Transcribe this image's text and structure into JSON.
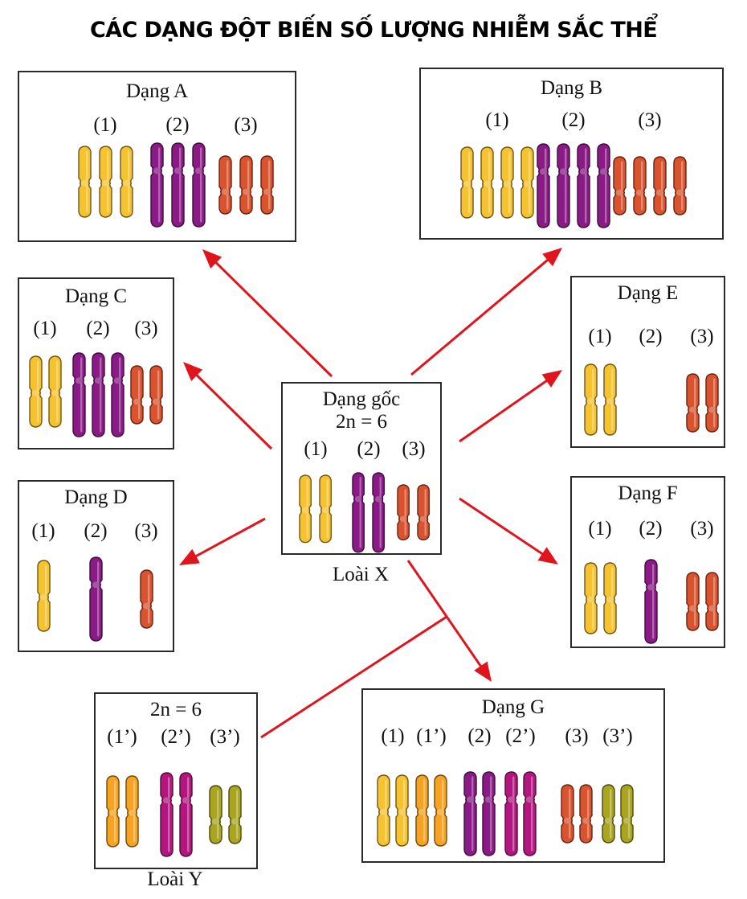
{
  "title": "CÁC DẠNG ĐỘT BIẾN SỐ LƯỢNG NHIỄM SẮC THỂ",
  "colors": {
    "arrow": "#e0141c",
    "border": "#2a2a2a",
    "chromosome_1": "#f5c230",
    "chromosome_2": "#8a1a86",
    "chromosome_3": "#d9532e",
    "chromosome_1p": "#f4a322",
    "chromosome_2p": "#b3177f",
    "chromosome_3p": "#a9a520"
  },
  "boxes": {
    "A": {
      "title": "Dạng A",
      "groups": [
        {
          "label": "(1)",
          "type": "1",
          "count": 3
        },
        {
          "label": "(2)",
          "type": "2",
          "count": 3
        },
        {
          "label": "(3)",
          "type": "3",
          "count": 3
        }
      ]
    },
    "B": {
      "title": "Dạng B",
      "groups": [
        {
          "label": "(1)",
          "type": "1",
          "count": 4
        },
        {
          "label": "(2)",
          "type": "2",
          "count": 4
        },
        {
          "label": "(3)",
          "type": "3",
          "count": 4
        }
      ]
    },
    "C": {
      "title": "Dạng C",
      "groups": [
        {
          "label": "(1)",
          "type": "1",
          "count": 2
        },
        {
          "label": "(2)",
          "type": "2",
          "count": 3
        },
        {
          "label": "(3)",
          "type": "3",
          "count": 2
        }
      ]
    },
    "D": {
      "title": "Dạng D",
      "groups": [
        {
          "label": "(1)",
          "type": "1",
          "count": 1
        },
        {
          "label": "(2)",
          "type": "2",
          "count": 1
        },
        {
          "label": "(3)",
          "type": "3",
          "count": 1
        }
      ]
    },
    "E": {
      "title": "Dạng E",
      "groups": [
        {
          "label": "(1)",
          "type": "1",
          "count": 2
        },
        {
          "label": "(2)",
          "type": "2",
          "count": 0
        },
        {
          "label": "(3)",
          "type": "3",
          "count": 2
        }
      ]
    },
    "F": {
      "title": "Dạng F",
      "groups": [
        {
          "label": "(1)",
          "type": "1",
          "count": 2
        },
        {
          "label": "(2)",
          "type": "2",
          "count": 1
        },
        {
          "label": "(3)",
          "type": "3",
          "count": 2
        }
      ]
    },
    "origin": {
      "title": "Dạng gốc",
      "subtitle": "2n = 6",
      "caption": "Loài X",
      "groups": [
        {
          "label": "(1)",
          "type": "1",
          "count": 2
        },
        {
          "label": "(2)",
          "type": "2",
          "count": 2
        },
        {
          "label": "(3)",
          "type": "3",
          "count": 2
        }
      ]
    },
    "Y": {
      "subtitle": "2n = 6",
      "caption": "Loài Y",
      "groups": [
        {
          "label": "(1’)",
          "type": "1p",
          "count": 2
        },
        {
          "label": "(2’)",
          "type": "2p",
          "count": 2
        },
        {
          "label": "(3’)",
          "type": "3p",
          "count": 2
        }
      ]
    },
    "G": {
      "title": "Dạng G",
      "groups": [
        {
          "label": "(1)",
          "type": "1",
          "count": 2
        },
        {
          "label": "(1’)",
          "type": "1p",
          "count": 2
        },
        {
          "label": "(2)",
          "type": "2",
          "count": 2
        },
        {
          "label": "(2’)",
          "type": "2p",
          "count": 2
        },
        {
          "label": "(3)",
          "type": "3",
          "count": 2
        },
        {
          "label": "(3’)",
          "type": "3p",
          "count": 2
        }
      ]
    }
  },
  "arrows": [
    {
      "from": "origin",
      "to": "A"
    },
    {
      "from": "origin",
      "to": "B"
    },
    {
      "from": "origin",
      "to": "C"
    },
    {
      "from": "origin",
      "to": "D"
    },
    {
      "from": "origin",
      "to": "E"
    },
    {
      "from": "origin",
      "to": "F"
    },
    {
      "from": "origin",
      "to": "G"
    },
    {
      "from": "Y",
      "to": "G",
      "joins": "origin-to-G"
    }
  ]
}
